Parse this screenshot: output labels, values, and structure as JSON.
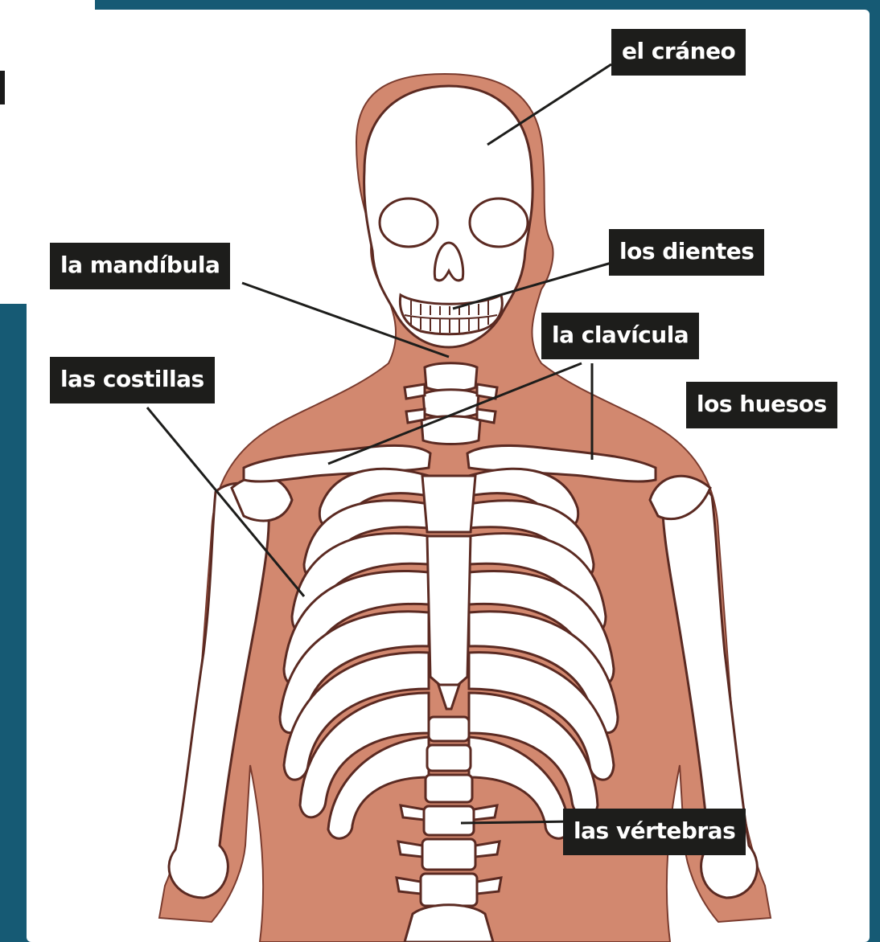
{
  "labels": {
    "craneo": "el cráneo",
    "mandibula": "la mandíbula",
    "dientes": "los dientes",
    "clavicula": "la clavícula",
    "costillas": "las costillas",
    "huesos": "los huesos",
    "vertebras": "las vértebras"
  },
  "colors": {
    "background": "#165a74",
    "skin": "#d2886f",
    "bone": "#ffffff",
    "outline": "#5b2a22",
    "label_bg": "#1d1d1b",
    "label_text": "#ffffff"
  }
}
